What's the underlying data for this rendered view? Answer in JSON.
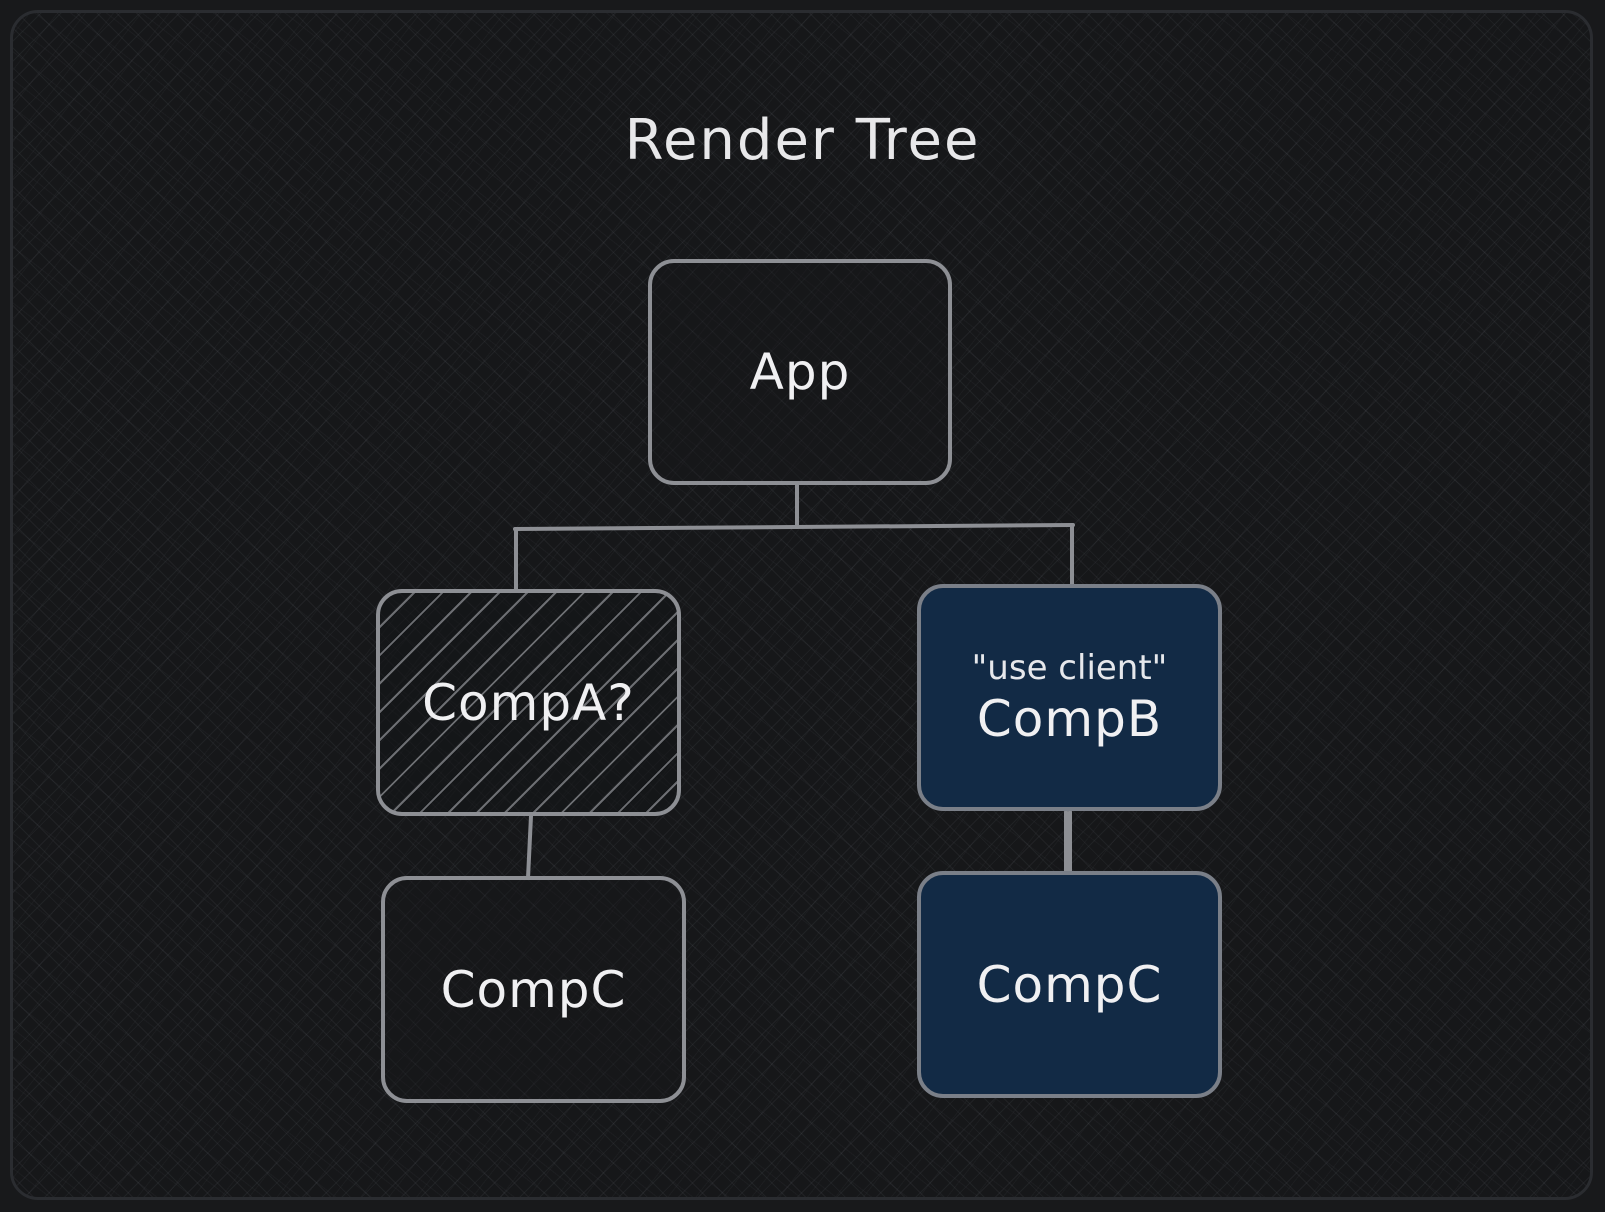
{
  "diagram": {
    "title": "Render Tree",
    "nodes": {
      "app": {
        "label": "App"
      },
      "comp_a": {
        "label": "CompA?"
      },
      "comp_b": {
        "label": "CompB",
        "note": "\"use client\""
      },
      "comp_c_left": {
        "label": "CompC"
      },
      "comp_c_right": {
        "label": "CompC"
      }
    },
    "colors": {
      "background": "#161719",
      "border": "#8d8f94",
      "client_fill": "#122a45",
      "text": "#f0f0f2"
    },
    "edges": [
      {
        "from": "App",
        "to": "CompA?"
      },
      {
        "from": "App",
        "to": "CompB"
      },
      {
        "from": "CompA?",
        "to": "CompC"
      },
      {
        "from": "CompB",
        "to": "CompC"
      }
    ]
  }
}
